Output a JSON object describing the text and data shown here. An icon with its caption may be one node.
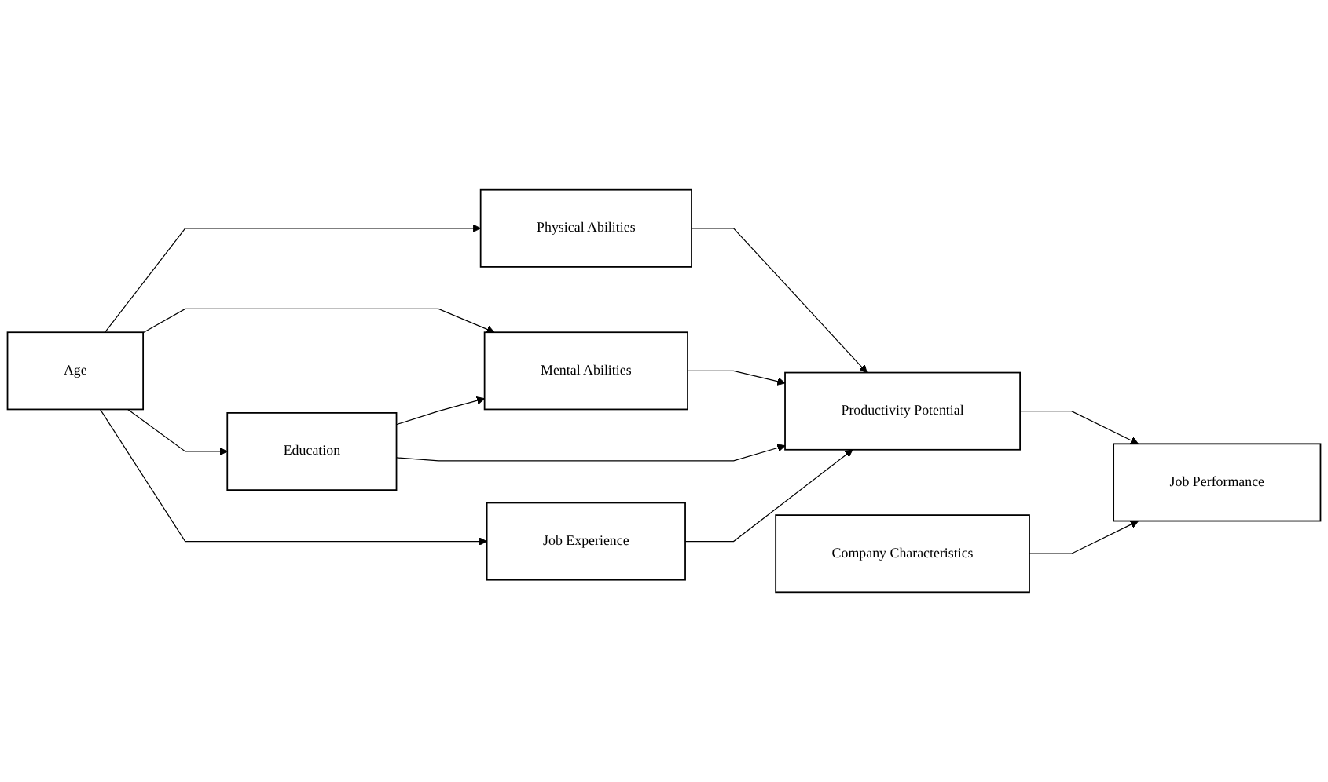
{
  "diagram": {
    "nodes": [
      {
        "text": [
          "Age"
        ]
      },
      {
        "text": [
          "Physical Abilities"
        ]
      },
      {
        "text": [
          "Mental Abilities"
        ]
      },
      {
        "text": [
          "Education"
        ]
      },
      {
        "text": [
          "Productivity Potential"
        ]
      },
      {
        "text": [
          "Job Experience"
        ]
      },
      {
        "text": [
          "Job Performance"
        ]
      },
      {
        "text": [
          "Company Characteristics"
        ]
      }
    ],
    "edges": [
      {
        "from": 0,
        "to": 1,
        "arrow": "to"
      },
      {
        "from": 0,
        "to": 2,
        "arrow": "to"
      },
      {
        "from": 0,
        "to": 3,
        "arrow": "to"
      },
      {
        "from": 3,
        "to": 2,
        "arrow": "to"
      },
      {
        "from": 1,
        "to": 4,
        "arrow": "to"
      },
      {
        "from": 2,
        "to": 4,
        "arrow": "to"
      },
      {
        "from": 3,
        "to": 4,
        "arrow": "to"
      },
      {
        "from": 0,
        "to": 5,
        "arrow": "to"
      },
      {
        "from": 5,
        "to": 4,
        "arrow": "to"
      },
      {
        "from": 4,
        "to": 6,
        "arrow": "to"
      },
      {
        "from": 7,
        "to": 6,
        "arrow": "to"
      }
    ]
  }
}
